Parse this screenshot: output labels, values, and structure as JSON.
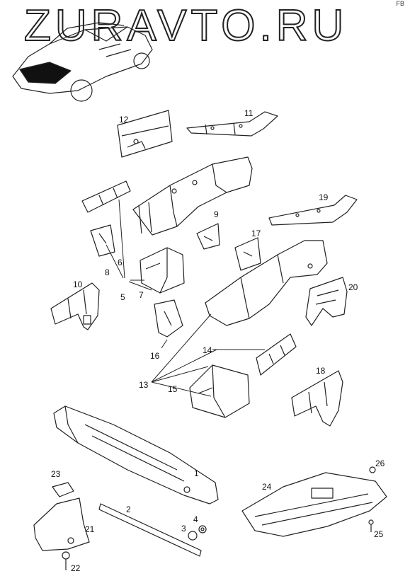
{
  "watermark": "ZURAVTO.RU",
  "corner_mark": "FB",
  "callouts": {
    "c1": "1",
    "c2": "2",
    "c3": "3",
    "c4": "4",
    "c5": "5",
    "c6": "6",
    "c7": "7",
    "c8": "8",
    "c9": "9",
    "c10": "10",
    "c11": "11",
    "c12": "12",
    "c13": "13",
    "c14": "14",
    "c15": "15",
    "c16": "16",
    "c17": "17",
    "c18": "18",
    "c19": "19",
    "c20": "20",
    "c21": "21",
    "c22": "22",
    "c23": "23",
    "c24": "24",
    "c25": "25",
    "c26": "26"
  }
}
